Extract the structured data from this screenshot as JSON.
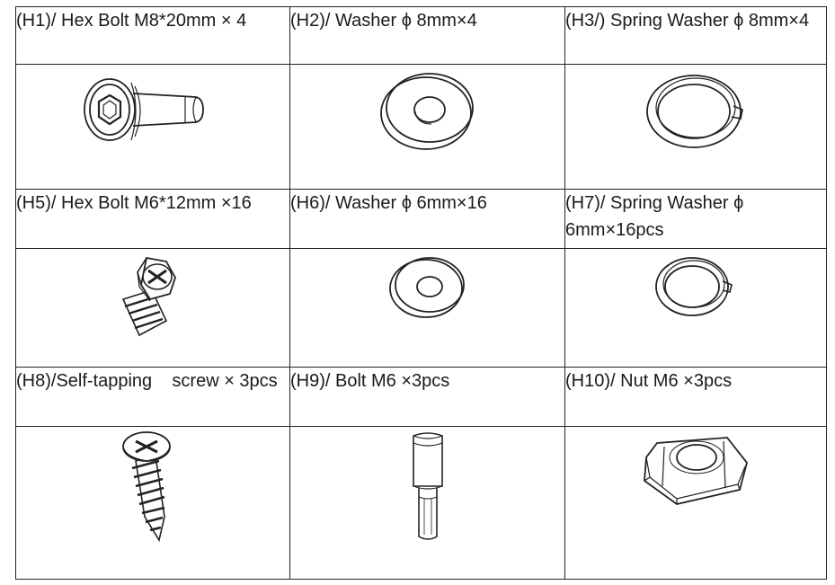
{
  "parts": [
    {
      "label": "(H1)/ Hex Bolt M8*20mm × 4",
      "icon": "hex-socket-bolt-icon"
    },
    {
      "label": "(H2)/ Washer ϕ 8mm×4",
      "icon": "flat-washer-icon"
    },
    {
      "label": "(H3/) Spring Washer ϕ 8mm×4",
      "icon": "spring-washer-icon"
    },
    {
      "label": "(H5)/ Hex Bolt M6*12mm ×16",
      "icon": "hex-head-bolt-icon"
    },
    {
      "label": "(H6)/ Washer ϕ 6mm×16",
      "icon": "small-flat-washer-icon"
    },
    {
      "label": "(H7)/ Spring Washer ϕ 6mm×16pcs",
      "icon": "small-spring-washer-icon"
    },
    {
      "label": "(H8)/Self-tapping    screw × 3pcs",
      "icon": "self-tapping-screw-icon"
    },
    {
      "label": "(H9)/ Bolt M6 ×3pcs",
      "icon": "stepped-bolt-icon"
    },
    {
      "label": "(H10)/ Nut M6 ×3pcs",
      "icon": "hex-nut-icon"
    }
  ]
}
